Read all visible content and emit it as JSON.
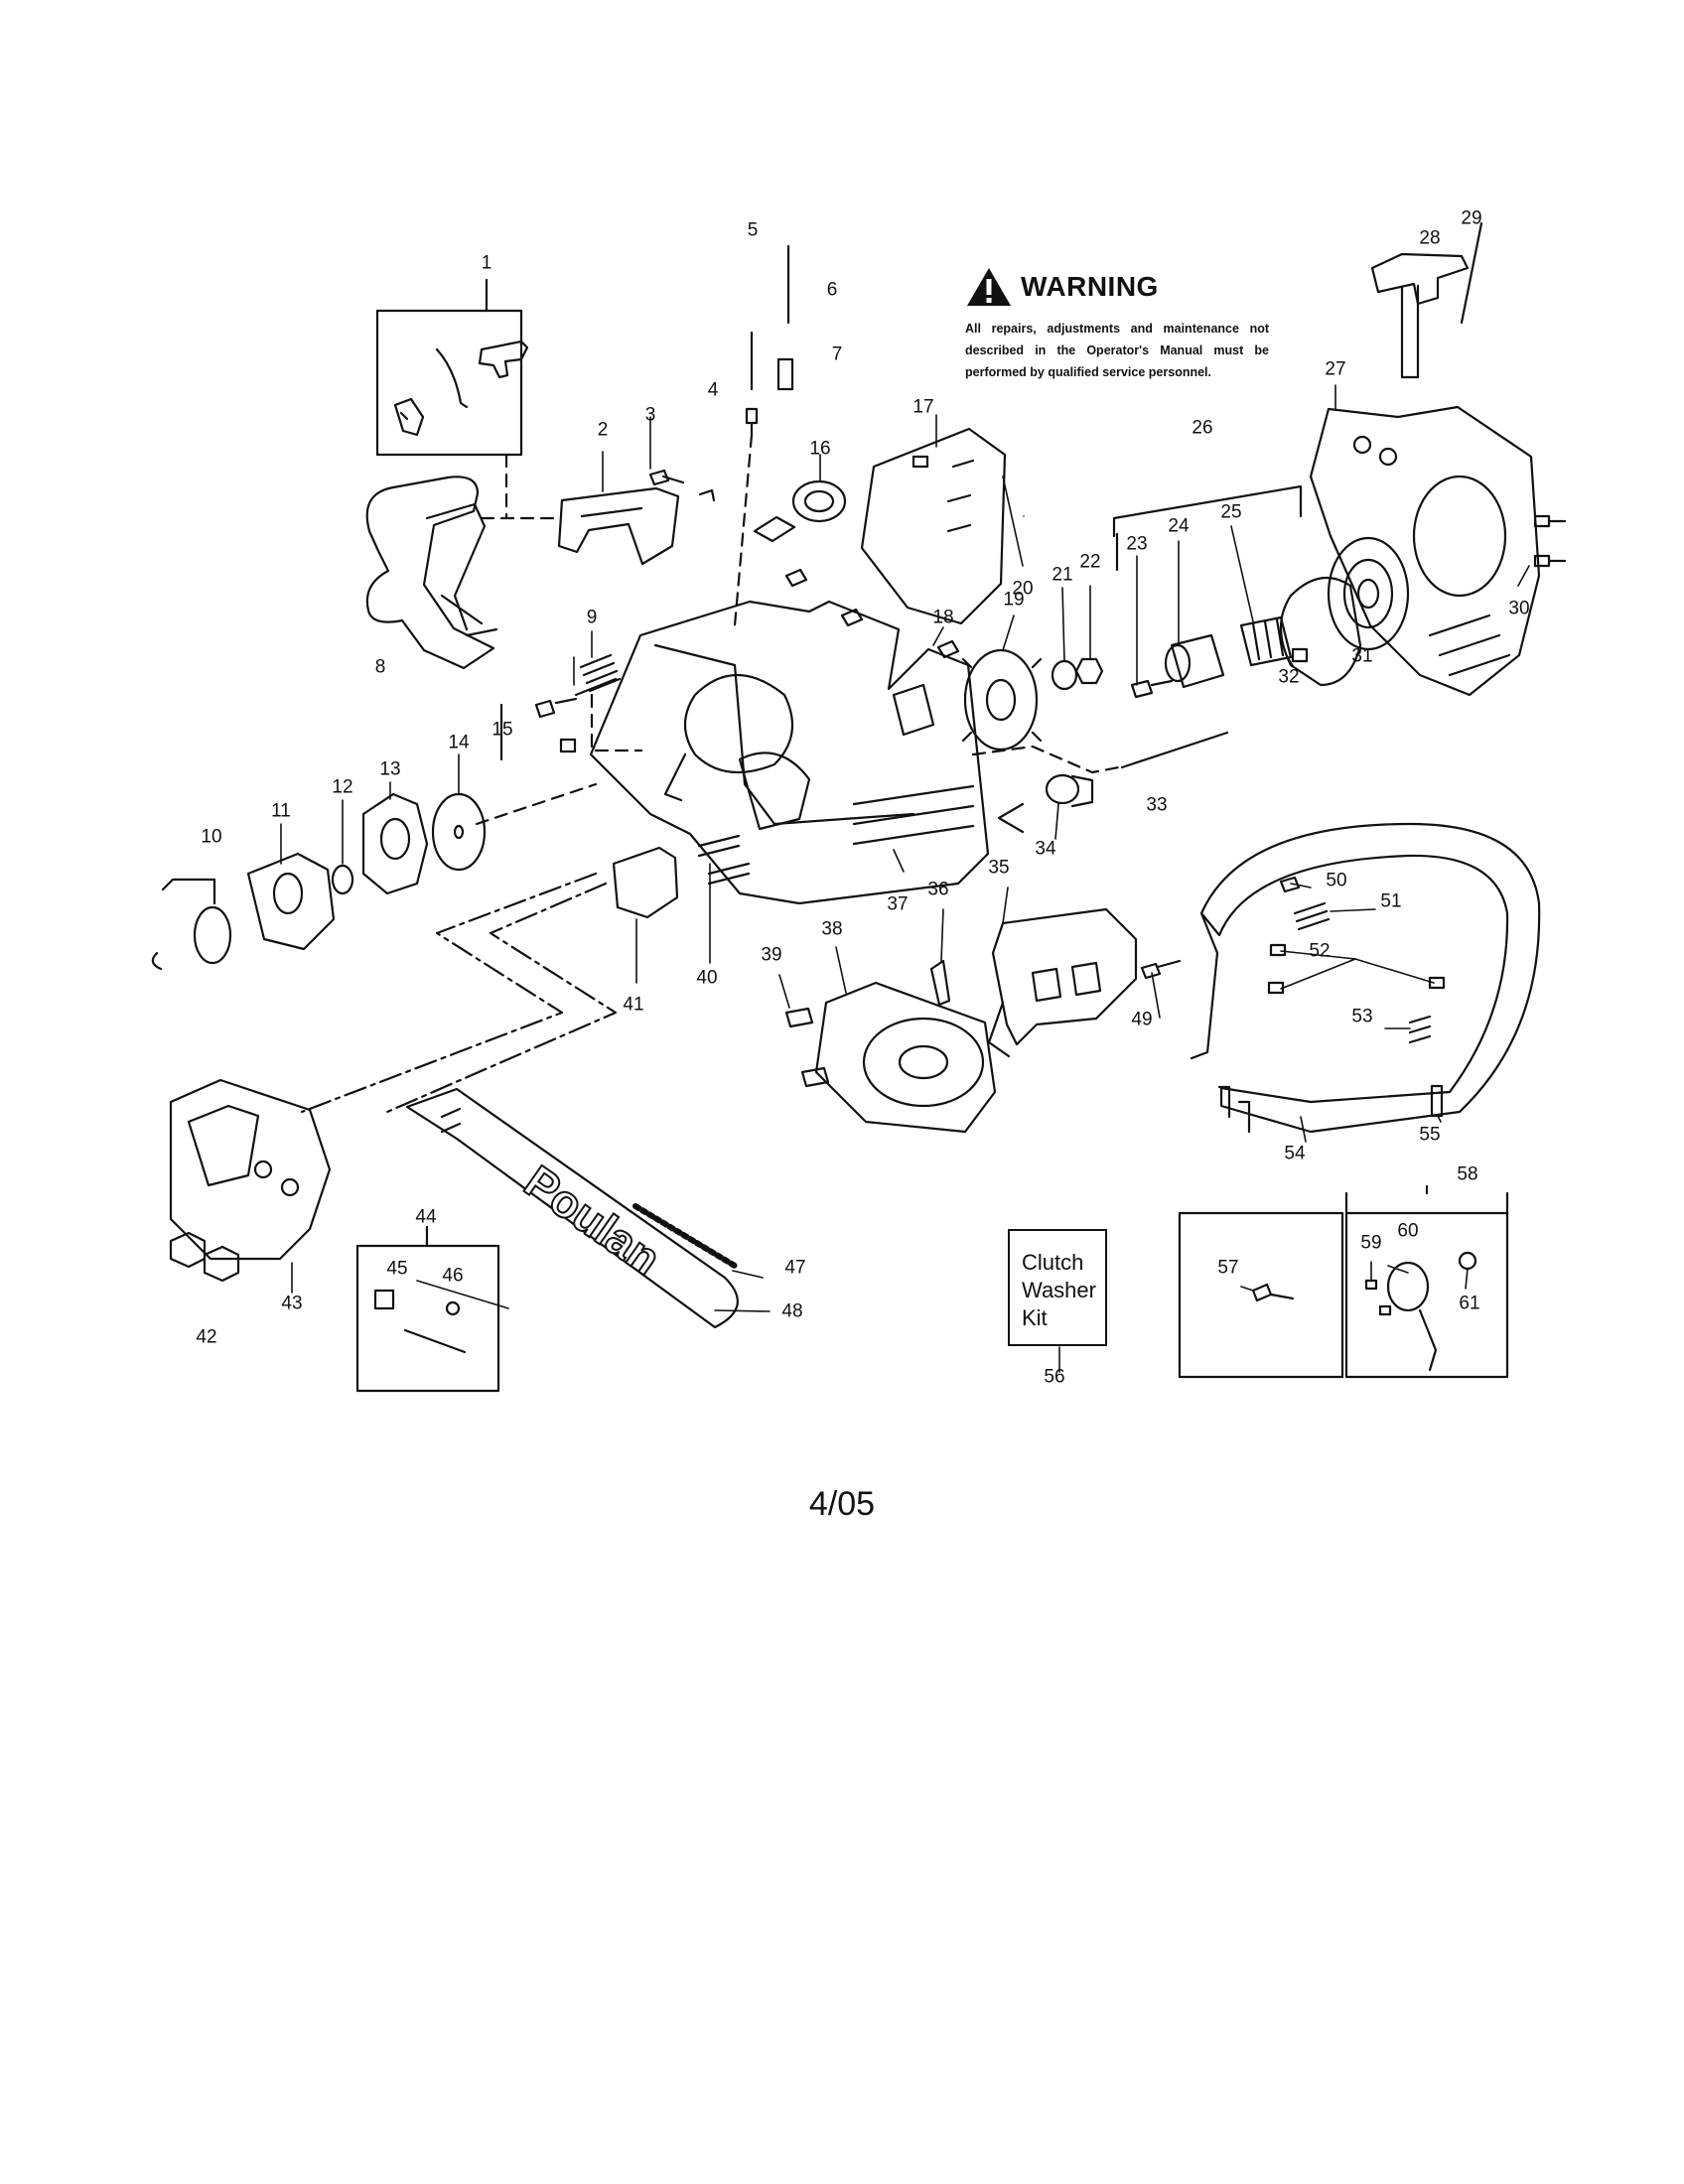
{
  "warning": {
    "title": "WARNING",
    "text": "All repairs, adjustments and maintenance not described in the Operator's Manual must be performed by qualified service personnel."
  },
  "clutch_kit": {
    "line1": "Clutch",
    "line2": "Washer",
    "line3": "Kit"
  },
  "footer": {
    "date": "4/05"
  },
  "brand": {
    "bar_logo": "Poulan"
  },
  "callouts": [
    "1",
    "2",
    "3",
    "4",
    "5",
    "6",
    "7",
    "8",
    "9",
    "10",
    "11",
    "12",
    "13",
    "14",
    "15",
    "16",
    "17",
    "18",
    "19",
    "20",
    "21",
    "22",
    "23",
    "24",
    "25",
    "26",
    "27",
    "28",
    "29",
    "30",
    "31",
    "32",
    "33",
    "34",
    "35",
    "36",
    "37",
    "38",
    "39",
    "40",
    "41",
    "42",
    "43",
    "44",
    "45",
    "46",
    "47",
    "48",
    "49",
    "50",
    "51",
    "52",
    "53",
    "54",
    "55",
    "56",
    "57",
    "58",
    "59",
    "60",
    "61"
  ],
  "colors": {
    "ink": "#111111",
    "paper": "#ffffff"
  }
}
